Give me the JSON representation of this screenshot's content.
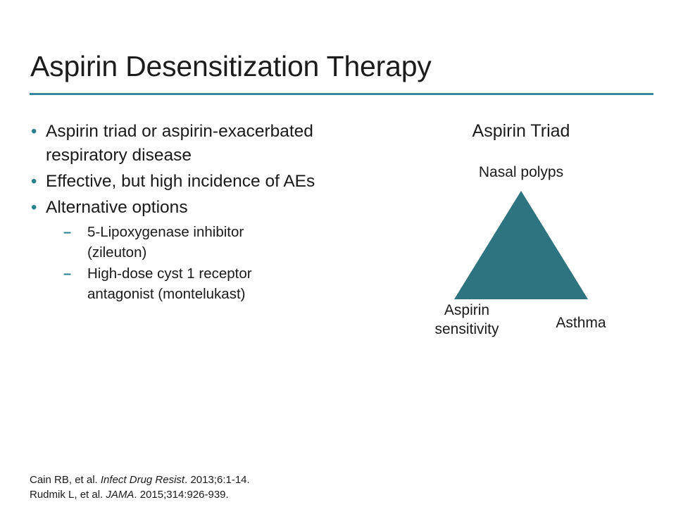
{
  "slide": {
    "title": "Aspirin Desensitization Therapy",
    "background_color": "#ffffff",
    "accent_color": "#2d7480",
    "rule_color": "#33889b",
    "text_color": "#1a1a1a"
  },
  "body": {
    "bullets": [
      {
        "marker": "•",
        "text": "Aspirin triad or aspirin-exacerbated respiratory disease",
        "level": 1
      },
      {
        "marker": "•",
        "text": "Effective, but high incidence of AEs",
        "level": 1
      },
      {
        "marker": "•",
        "text": "Alternative options",
        "level": 1
      },
      {
        "marker": "–",
        "text": "5-Lipoxygenase inhibitor (zileuton)",
        "level": 2
      },
      {
        "marker": "–",
        "text": "High-dose cyst 1 receptor antagonist (montelukast)",
        "level": 2
      }
    ]
  },
  "diagram": {
    "title": "Aspirin Triad",
    "shape": "triangle",
    "fill_color": "#2d7480",
    "labels": {
      "top": "Nasal polyps",
      "bottom_left": "Aspirin sensitivity",
      "bottom_right": "Asthma"
    }
  },
  "citations": [
    {
      "authors": "Cain RB, et al.",
      "journal": "Infect Drug Resist",
      "details": ". 2013;6:1-14."
    },
    {
      "authors": "Rudmik L, et al.",
      "journal": "JAMA",
      "details": ". 2015;314:926-939."
    }
  ]
}
